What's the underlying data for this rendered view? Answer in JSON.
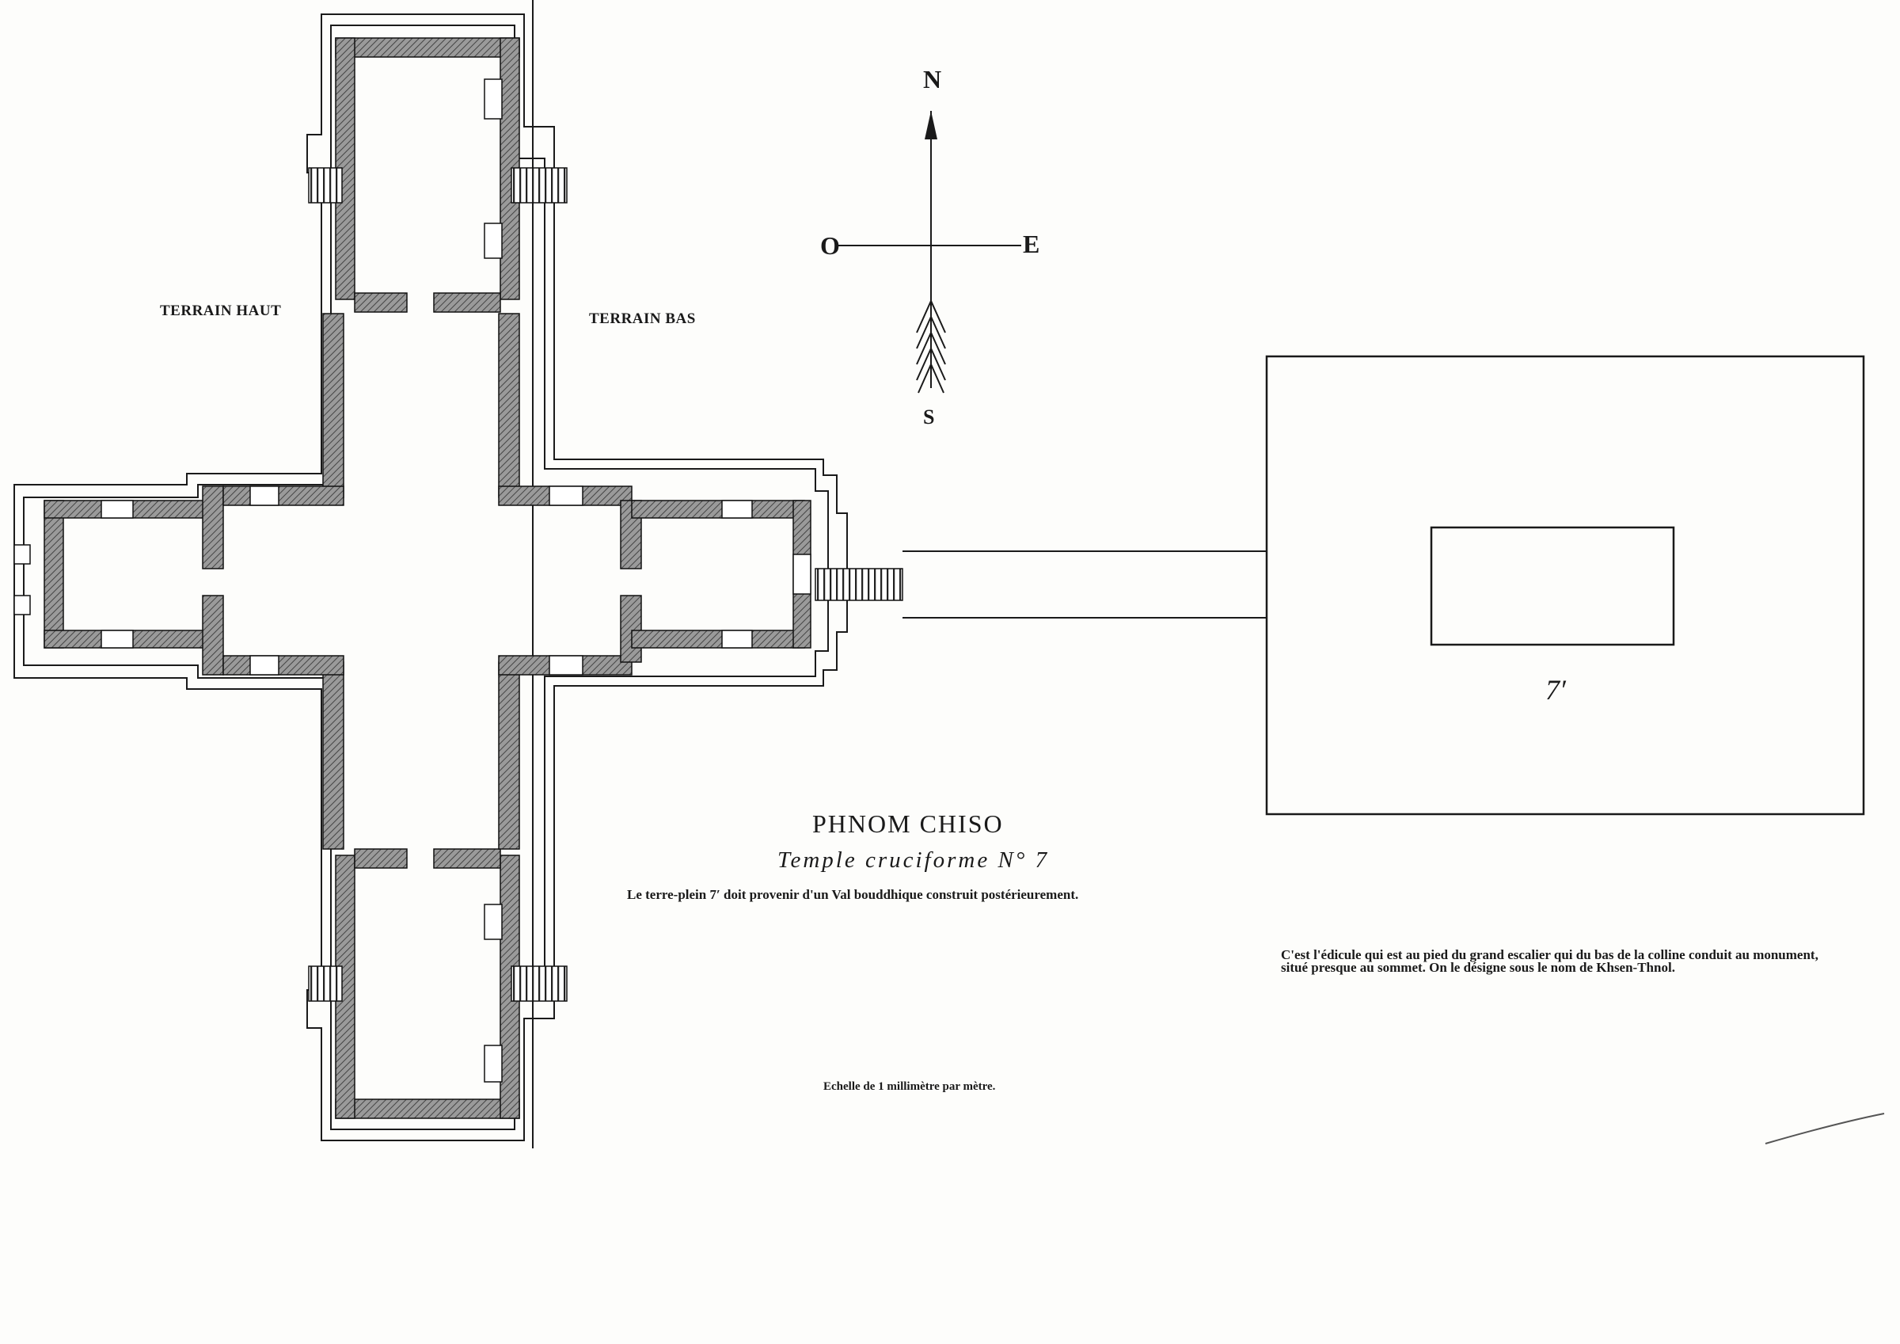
{
  "labels": {
    "terrain_haut": "TERRAIN HAUT",
    "terrain_bas": "TERRAIN BAS",
    "north": "N",
    "south": "S",
    "east": "E",
    "west": "O",
    "terrace_label": "7′"
  },
  "caption": {
    "title": "PHNOM CHISO",
    "subtitle": "Temple cruciforme  N° 7",
    "note": "Le terre-plein 7′ doit provenir d'un Val bouddhique construit postérieurement.",
    "scale": "Echelle de 1 millimètre par mètre."
  },
  "side_note": "C'est l'édicule qui est au pied du grand escalier qui du bas de la colline conduit au monument, situé presque au sommet. On le désigne sous le nom de Khsen-Thnol.",
  "colors": {
    "wall": "#8a8a8a",
    "ink": "#1a1a1a",
    "paper": "#fdfdfb"
  }
}
